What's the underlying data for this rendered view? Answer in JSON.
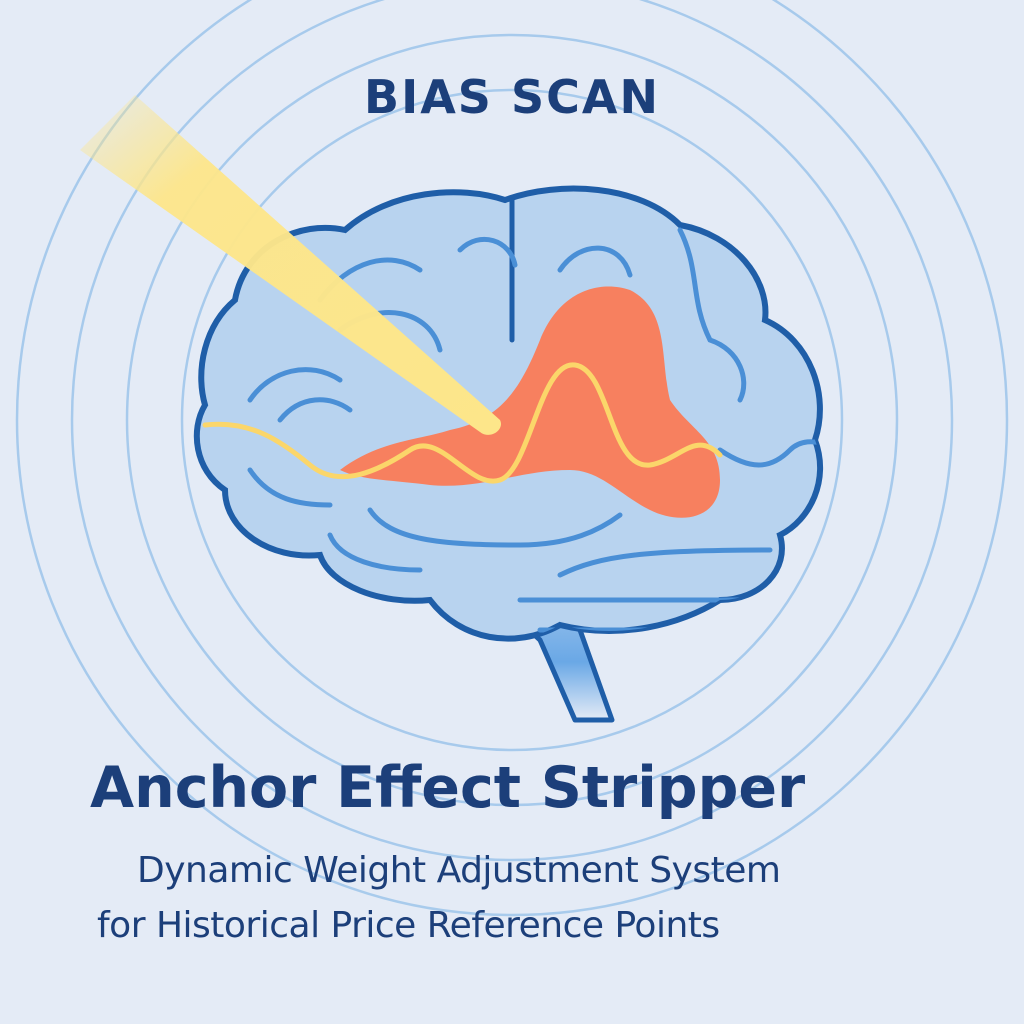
{
  "header": {
    "label": "BIAS SCAN"
  },
  "title": "Anchor Effect Stripper",
  "subtitle": {
    "line1": "Dynamic Weight Adjustment System",
    "line2": "for Historical Price Reference Points"
  },
  "illustration": {
    "subject": "brain-scan",
    "elements": [
      "brain-icon",
      "scan-beam-icon",
      "activation-wave-icon",
      "radar-rings-icon"
    ]
  },
  "colors": {
    "background": "#e4ebf6",
    "text": "#1c3f7a",
    "brain_fill": "#b8d3ef",
    "brain_outline": "#1f5ea8",
    "folds": "#4a8fd6",
    "hotspot": "#f7805f",
    "beam": "#fde68a",
    "wave": "#fbd66a"
  }
}
